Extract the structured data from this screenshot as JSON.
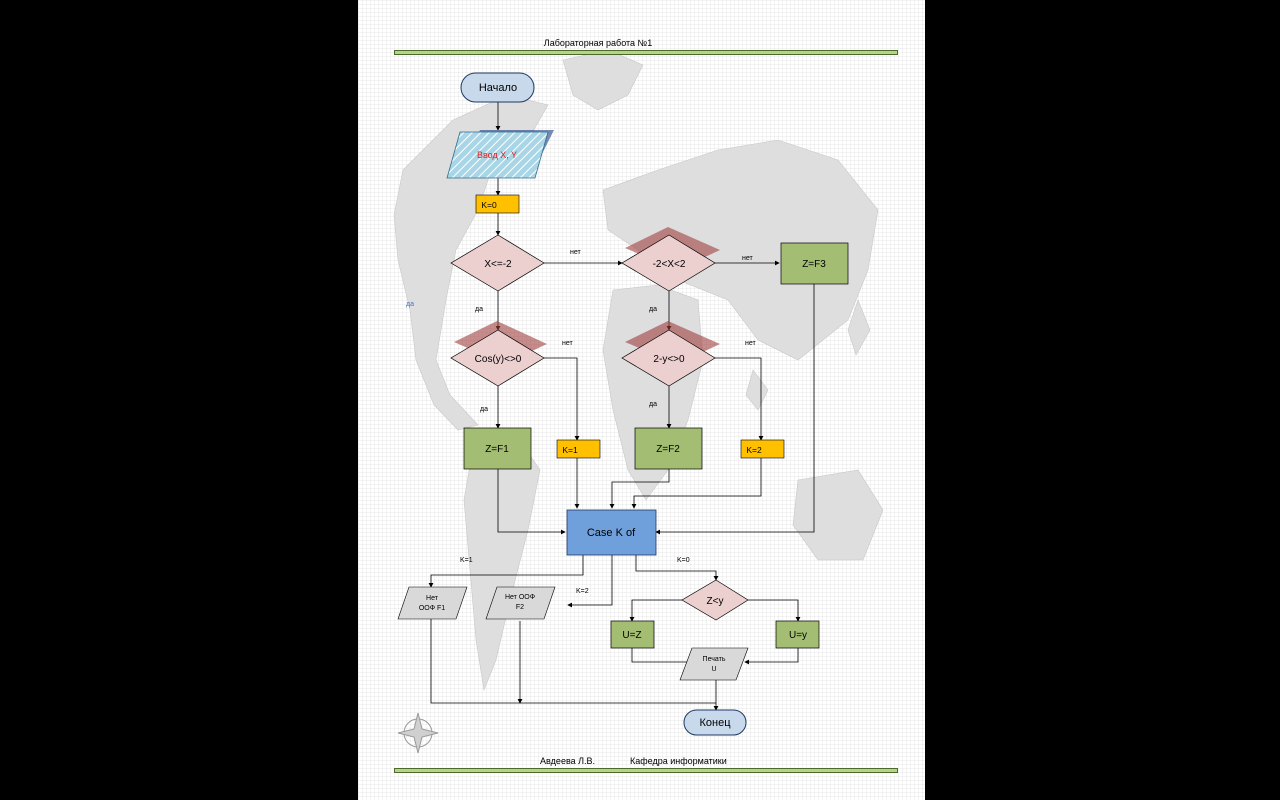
{
  "header": {
    "title": "Лабораторная работа №1"
  },
  "footer": {
    "author": "Авдеева Л.В.",
    "department": "Кафедра информатики"
  },
  "colors": {
    "terminal": "#c9d9ec",
    "io": "#a9d6e7",
    "decision": "#eccfcf",
    "process_green": "#a3bd73",
    "process_orange": "#ffc000",
    "case": "#6fa0dc",
    "print": "#d9d9d9"
  },
  "nodes": {
    "start": "Начало",
    "input": "Ввод X, Y",
    "k0": "K=0",
    "d1": "X<=-2",
    "d2": "-2<X<2",
    "zf3": "Z=F3",
    "d3": "Cos(y)<>0",
    "d4": "2-y<>0",
    "zf1": "Z=F1",
    "k1": "K=1",
    "zf2": "Z=F2",
    "k2": "K=2",
    "case": "Case K of",
    "oof1_a": "Нет",
    "oof1_b": "ООФ F1",
    "oof2_a": "Нет ООФ",
    "oof2_b": "F2",
    "zy": "Z<y",
    "uz": "U=Z",
    "uy": "U=y",
    "print_a": "Печать",
    "print_b": "U",
    "end": "Конец"
  },
  "labels": {
    "net1": "нет",
    "net2": "нет",
    "net3": "нет",
    "net4": "нет",
    "da_side": "да",
    "da1": "да",
    "da2": "да",
    "da3": "да",
    "da4": "да",
    "case_k1": "K=1",
    "case_k2": "K=2",
    "case_k0": "K=0"
  }
}
